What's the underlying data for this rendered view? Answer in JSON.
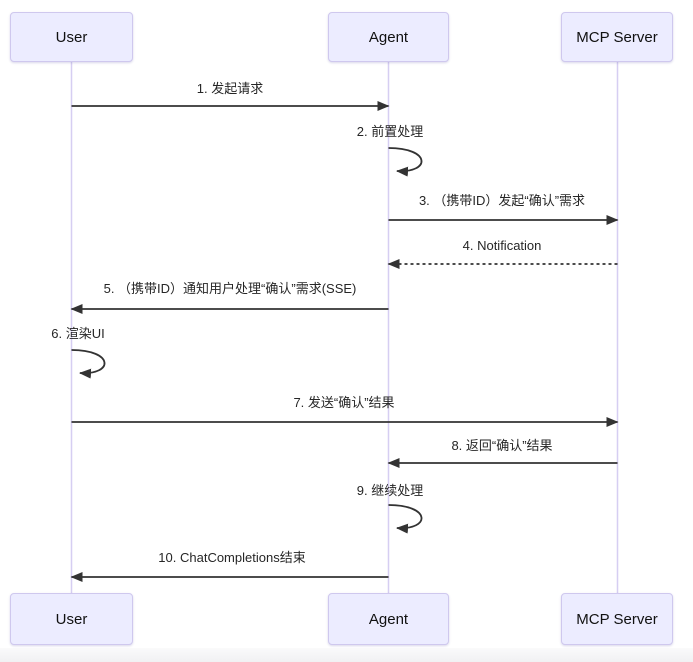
{
  "diagram": {
    "type": "sequence-diagram",
    "actors": [
      {
        "id": "user",
        "label": "User"
      },
      {
        "id": "agent",
        "label": "Agent"
      },
      {
        "id": "mcp-server",
        "label": "MCP Server"
      }
    ],
    "messages": [
      {
        "seq": 1,
        "label": "1. 发起请求",
        "from": "User",
        "to": "Agent",
        "line": "solid",
        "kind": "arrow"
      },
      {
        "seq": 2,
        "label": "2. 前置处理",
        "from": "Agent",
        "to": "Agent",
        "line": "solid",
        "kind": "self-loop"
      },
      {
        "seq": 3,
        "label": "3. （携带ID）发起“确认”需求",
        "from": "Agent",
        "to": "MCP Server",
        "line": "solid",
        "kind": "arrow"
      },
      {
        "seq": 4,
        "label": "4. Notification",
        "from": "MCP Server",
        "to": "Agent",
        "line": "dotted",
        "kind": "arrow"
      },
      {
        "seq": 5,
        "label": "5. （携带ID）通知用户处理“确认”需求(SSE)",
        "from": "Agent",
        "to": "User",
        "line": "solid",
        "kind": "arrow"
      },
      {
        "seq": 6,
        "label": "6. 渲染UI",
        "from": "User",
        "to": "User",
        "line": "solid",
        "kind": "self-loop"
      },
      {
        "seq": 7,
        "label": "7. 发送“确认”结果",
        "from": "User",
        "to": "MCP Server",
        "line": "solid",
        "kind": "arrow"
      },
      {
        "seq": 8,
        "label": "8. 返回“确认”结果",
        "from": "MCP Server",
        "to": "Agent",
        "line": "solid",
        "kind": "arrow"
      },
      {
        "seq": 9,
        "label": "9. 继续处理",
        "from": "Agent",
        "to": "Agent",
        "line": "solid",
        "kind": "self-loop"
      },
      {
        "seq": 10,
        "label": "10. ChatCompletions结束",
        "from": "Agent",
        "to": "User",
        "line": "solid",
        "kind": "arrow"
      }
    ],
    "colors": {
      "actor_fill": "#ECECFF",
      "actor_border": "#cfc8ee",
      "lifeline": "#d6cef2",
      "arrow": "#333333",
      "text": "#262626"
    }
  }
}
